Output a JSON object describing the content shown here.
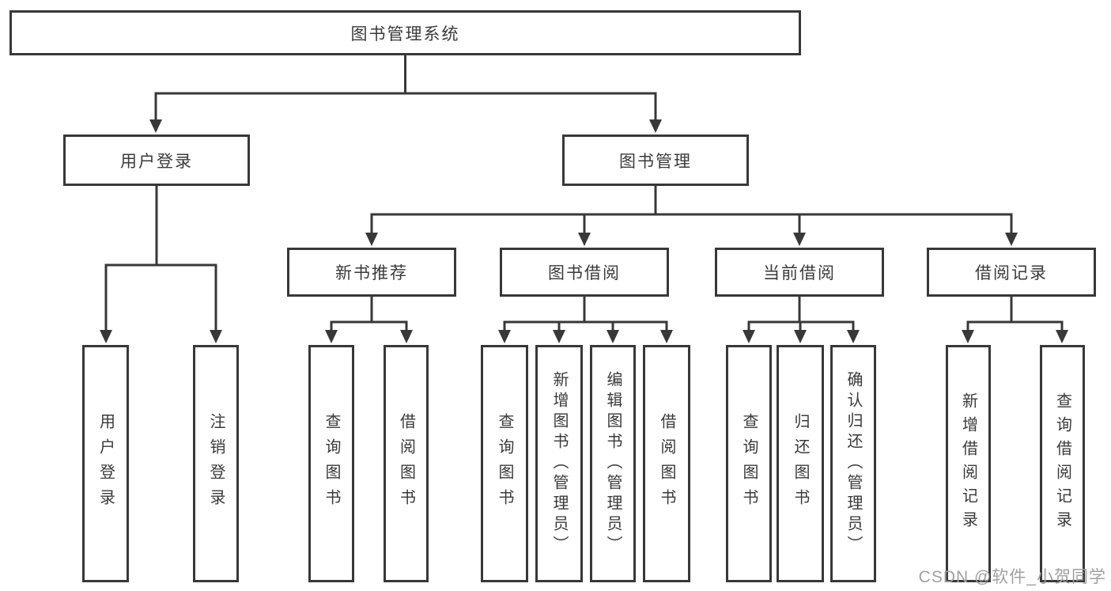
{
  "diagram": {
    "root": {
      "label": "图书管理系统"
    },
    "branches": [
      {
        "label": "用户登录",
        "children": [
          {
            "label": "用户登录"
          },
          {
            "label": "注销登录"
          }
        ]
      },
      {
        "label": "图书管理",
        "sections": [
          {
            "label": "新书推荐",
            "children": [
              {
                "label": "查询图书"
              },
              {
                "label": "借阅图书"
              }
            ]
          },
          {
            "label": "图书借阅",
            "children": [
              {
                "label": "查询图书"
              },
              {
                "label": "新增图书（管理员）"
              },
              {
                "label": "编辑图书（管理员）"
              },
              {
                "label": "借阅图书"
              }
            ]
          },
          {
            "label": "当前借阅",
            "children": [
              {
                "label": "查询图书"
              },
              {
                "label": "归还图书"
              },
              {
                "label": "确认归还（管理员）"
              }
            ]
          },
          {
            "label": "借阅记录",
            "children": [
              {
                "label": "新增借阅记录"
              },
              {
                "label": "查询借阅记录"
              }
            ]
          }
        ]
      }
    ]
  },
  "watermark": "CSDN @软件_小贺同学",
  "colors": {
    "line": "#383838",
    "text": "#3a3a3a",
    "background": "#ffffff",
    "watermark": "#a0a0a0"
  }
}
